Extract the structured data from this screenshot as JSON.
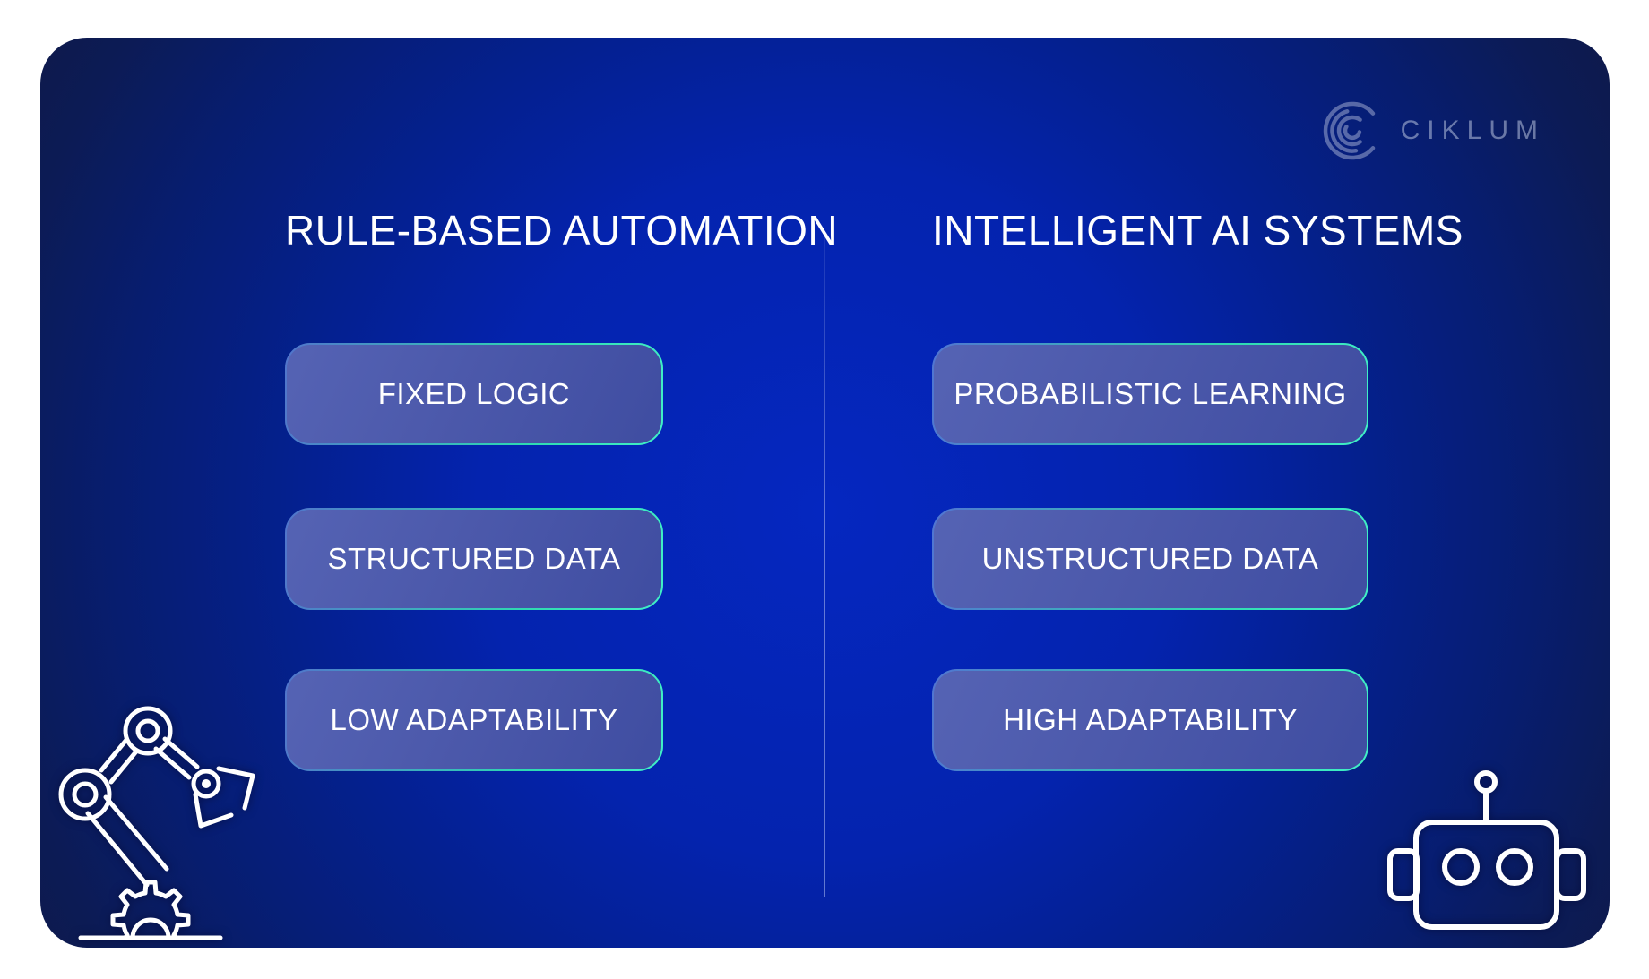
{
  "brand": {
    "name": "CIKLUM"
  },
  "panel": {
    "left_column": {
      "title": "RULE-BASED AUTOMATION",
      "items": [
        "FIXED LOGIC",
        "STRUCTURED DATA",
        "LOW ADAPTABILITY"
      ]
    },
    "right_column": {
      "title": "INTELLIGENT AI SYSTEMS",
      "items": [
        "PROBABILISTIC LEARNING",
        "UNSTRUCTURED DATA",
        "HIGH ADAPTABILITY"
      ]
    }
  },
  "icons": {
    "brand_icon": "ciklum-spiral-icon",
    "bottom_left": "robot-arm-icon",
    "bottom_right": "robot-head-icon"
  },
  "colors": {
    "panel_center_blue": "#0527c0",
    "panel_edge_navy": "#0e1a4c",
    "pill_fill_blue": "#4c59ab",
    "pill_border_teal": "#2ed9b1",
    "text_white": "#ffffff",
    "brand_gray": "#8d97b8"
  }
}
